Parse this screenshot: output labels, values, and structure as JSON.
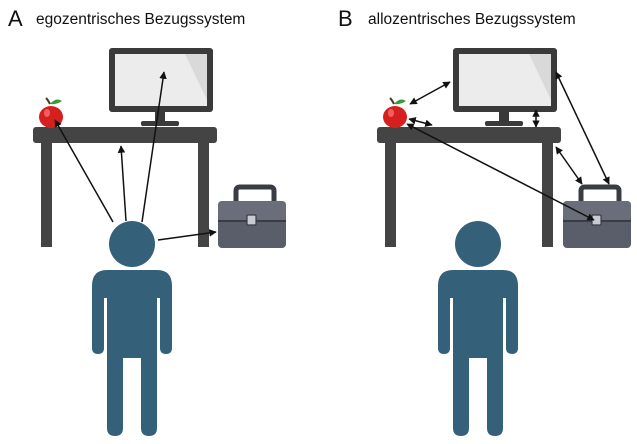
{
  "panels": [
    {
      "letter": "A",
      "title": "egozentrisches Bezugssystem"
    },
    {
      "letter": "B",
      "title": "allozentrisches Bezugssystem"
    }
  ],
  "colors": {
    "desk": "#444444",
    "monitor_frame": "#3a3a3a",
    "screen": "#ececec",
    "person": "#35607a",
    "toolbox": "#5a5d6a",
    "apple": "#d6201f",
    "arrow": "#111111"
  },
  "objects": [
    "apple",
    "monitor",
    "desk",
    "toolbox",
    "person"
  ]
}
